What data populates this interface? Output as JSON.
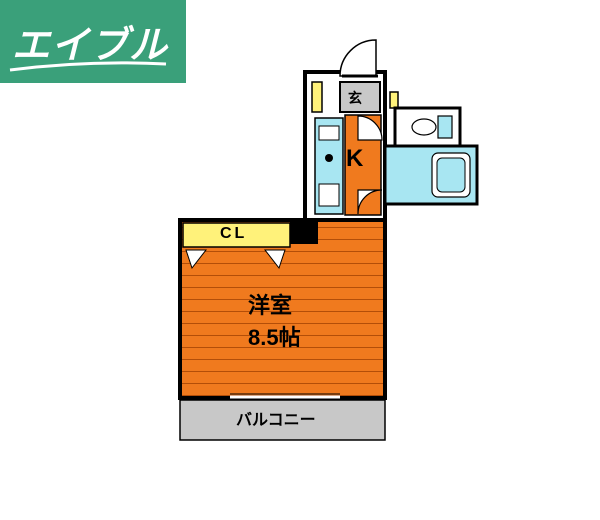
{
  "logo": {
    "text": "エイブル",
    "color": "#3aa07a"
  },
  "rooms": {
    "kitchen": "K",
    "genkan": "玄",
    "closet": "CL",
    "western_room": "洋室",
    "western_room_size": "8.5帖",
    "balcony": "バルコニー"
  },
  "colors": {
    "room_fill": "#f07a1e",
    "closet_fill": "#fff27a",
    "bath_fill": "#a8e6f2",
    "balcony_fill": "#c8c8c8",
    "wall": "#000000"
  }
}
